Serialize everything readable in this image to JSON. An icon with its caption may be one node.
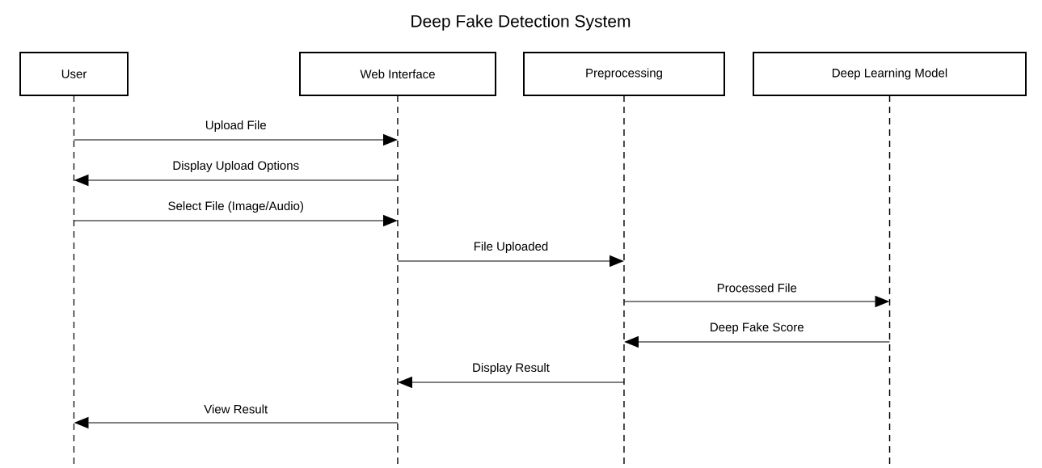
{
  "diagram": {
    "title": "Deep Fake Detection System",
    "nodes": [
      {
        "text": [
          "User"
        ]
      },
      {
        "text": [
          "Web Interface"
        ]
      },
      {
        "text": [
          "Preprocessing"
        ]
      },
      {
        "text": [
          "Deep Learning Model"
        ]
      }
    ],
    "edges": [
      {
        "from": 0,
        "to": 1,
        "arrow": "to",
        "label": "Upload File"
      },
      {
        "from": 1,
        "to": 0,
        "arrow": "to",
        "label": "Display Upload Options"
      },
      {
        "from": 0,
        "to": 1,
        "arrow": "to",
        "label": "Select File (Image/Audio)"
      },
      {
        "from": 1,
        "to": 2,
        "arrow": "to",
        "label": "File Uploaded"
      },
      {
        "from": 2,
        "to": 3,
        "arrow": "to",
        "label": "Processed File"
      },
      {
        "from": 3,
        "to": 2,
        "arrow": "to",
        "label": "Deep Fake Score"
      },
      {
        "from": 2,
        "to": 1,
        "arrow": "to",
        "label": "Display Result"
      },
      {
        "from": 1,
        "to": 0,
        "arrow": "to",
        "label": "View Result"
      }
    ]
  }
}
